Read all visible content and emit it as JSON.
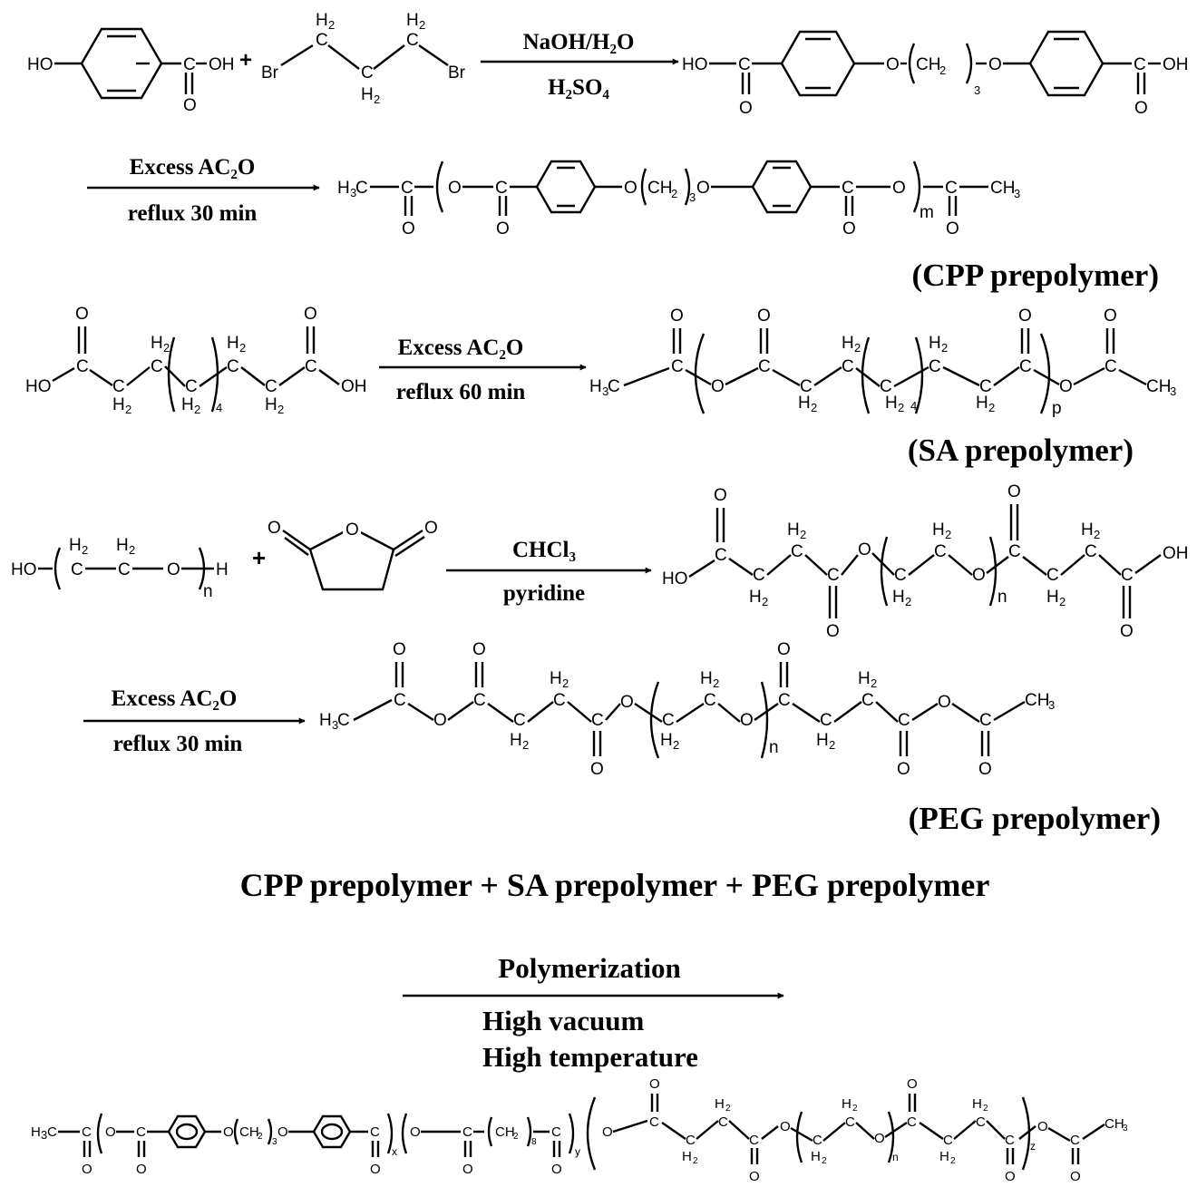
{
  "steps": [
    {
      "reagents": "HO-C6H4-C(=O)-OH + Br-CH2-CH2-CH2-Br",
      "conditions": [
        "NaOH/H₂O",
        "H₂SO₄"
      ],
      "product": "HO-C(=O)-C6H4-O-(CH2)3-O-C6H4-C(=O)-OH"
    },
    {
      "conditions": [
        "Excess AC₂O",
        "reflux 30 min"
      ],
      "product": "H3C-C(=O)-(O-C(=O)-C6H4-O-(CH2)3-O-C6H4-C(=O)-O)m-C(=O)-CH3",
      "product_label": "(CPP prepolymer)"
    },
    {
      "reagents": "HO-C(=O)-CH2-CH2-(CH2)4-CH2-CH2-C(=O)-OH",
      "conditions": [
        "Excess AC₂O",
        "reflux 60 min"
      ],
      "product": "H3C-C(=O)-(O-C(=O)-CH2-CH2-(CH2)4-CH2-CH2-C(=O))p-O-C(=O)-CH3",
      "product_label": "(SA prepolymer)"
    },
    {
      "reagents": "HO-(CH2-CH2-O)n-H + succinic anhydride",
      "conditions": [
        "CHCl₃",
        "pyridine"
      ],
      "product": "HO-C(=O)-CH2-CH2-C(=O)-O-(CH2-CH2-O)n-C(=O)-CH2-CH2-C(=O)-OH"
    },
    {
      "conditions": [
        "Excess AC₂O",
        "reflux 30 min"
      ],
      "product": "H3C-C(=O)-O-C(=O)-CH2-CH2-C(=O)-O-(CH2-CH2-O)n-C(=O)-CH2-CH2-C(=O)-O-C(=O)-CH3",
      "product_label": "(PEG prepolymer)"
    }
  ],
  "combination": "CPP prepolymer + SA prepolymer + PEG prepolymer",
  "polymerization": {
    "above_arrow": "Polymerization",
    "below_arrow": [
      "High vacuum",
      "High temperature"
    ]
  },
  "final_product": "H3C-C(=O)-(O-C(=O)-C6H4-O-(CH2)3-O-C6H4-C(=O))x-(O-C(=O)-(CH2)8-C(=O))y-(O-C(=O)-CH2-CH2-C(=O)-O-(CH2-CH2-O)n-C(=O)-CH2-CH2-C(=O))z-O-C(=O)-CH3"
}
